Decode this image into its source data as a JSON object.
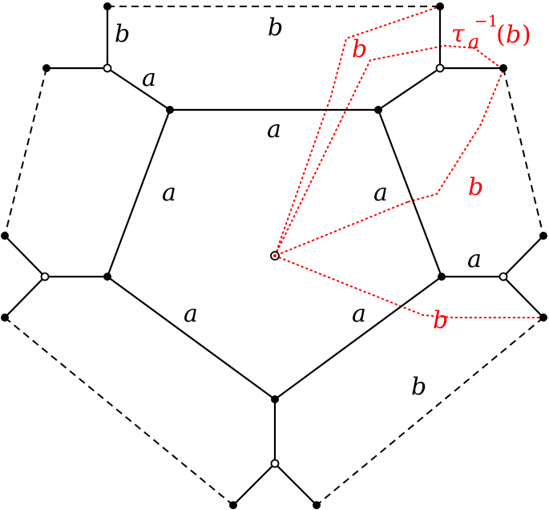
{
  "labels": {
    "edge_a": "a",
    "edge_b": "b",
    "twist_tau": "τ",
    "twist_sub": "a",
    "twist_sup": "−1",
    "twist_arg_open": "(",
    "twist_arg": "b",
    "twist_arg_close": ")"
  },
  "colors": {
    "edges": "#000000",
    "curve": "#ff0000"
  }
}
